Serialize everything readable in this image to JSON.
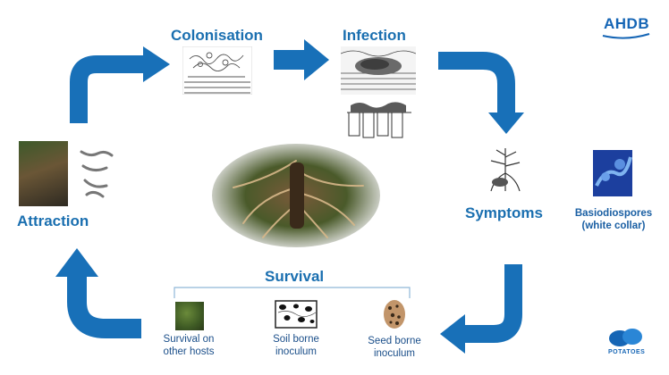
{
  "brand": {
    "name": "AHDB",
    "sub_label": "POTATOES",
    "color": "#1565b5"
  },
  "colors": {
    "arrow": "#1870b8",
    "heading": "#1a6fb0",
    "caption": "#1b4f8a"
  },
  "stages": {
    "colonisation": "Colonisation",
    "infection": "Infection",
    "symptoms": "Symptoms",
    "attraction": "Attraction",
    "survival": "Survival"
  },
  "side_note": {
    "line1": "Basiodiospores",
    "line2": "(white collar)"
  },
  "survival_items": [
    {
      "line1": "Survival on",
      "line2": "other hosts"
    },
    {
      "line1": "Soil borne",
      "line2": "inoculum"
    },
    {
      "line1": "Seed borne",
      "line2": "inoculum"
    }
  ]
}
